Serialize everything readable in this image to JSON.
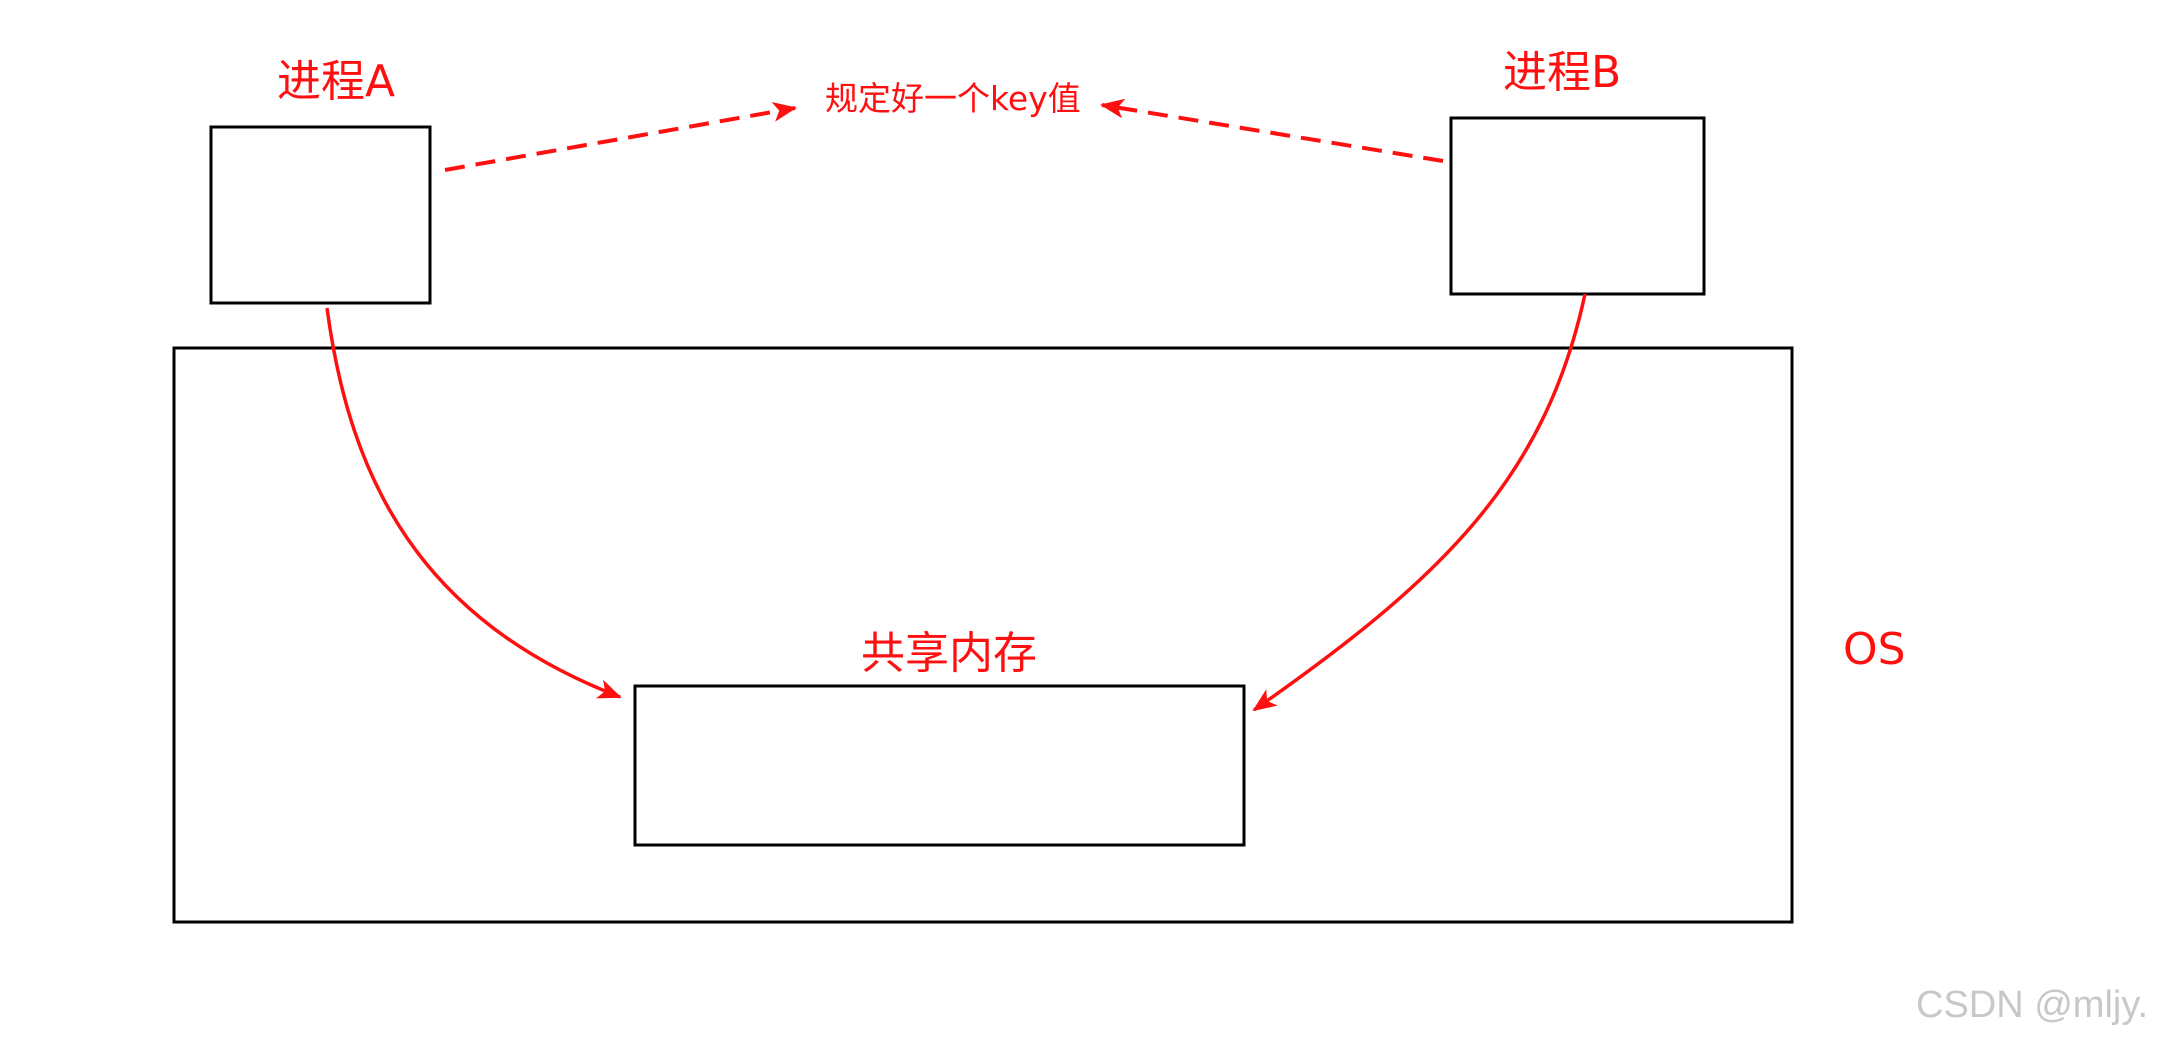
{
  "diagram": {
    "process_a_label": "进程A",
    "process_b_label": "进程B",
    "key_label": "规定好一个key值",
    "shared_memory_label": "共享内存",
    "os_label": "OS"
  },
  "watermark": {
    "text": "CSDN @mljy."
  },
  "colors": {
    "annotation": "#ff1010",
    "box_stroke": "#000000",
    "watermark": "#c8c8c8"
  }
}
